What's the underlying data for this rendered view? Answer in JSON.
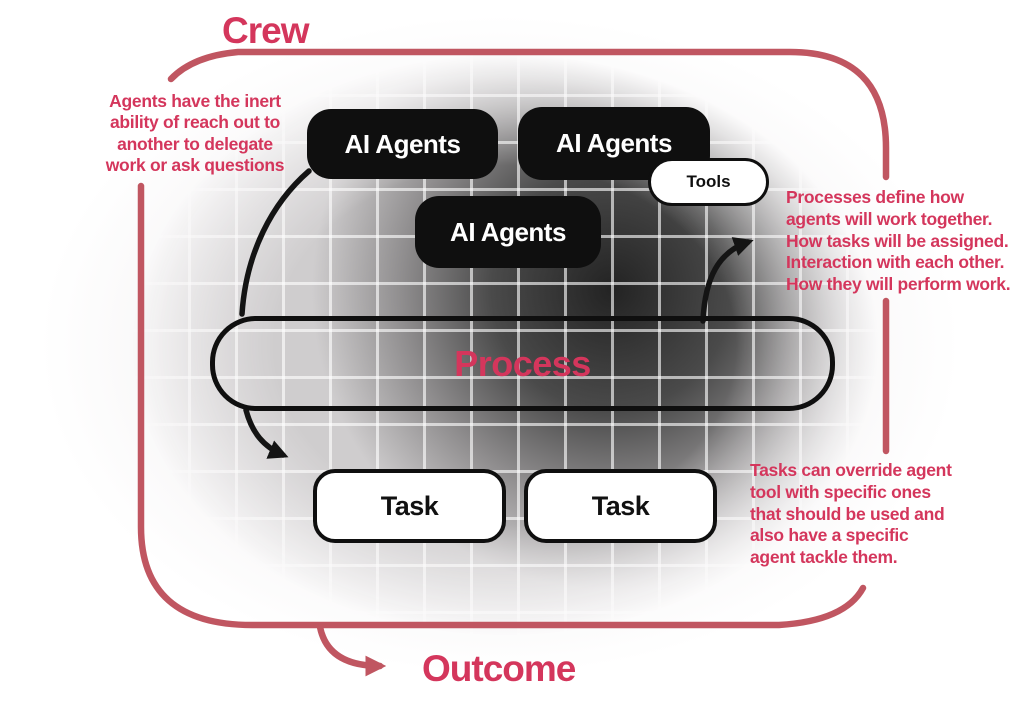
{
  "diagram": {
    "crew_label": "Crew",
    "outcome_label": "Outcome",
    "process_label": "Process",
    "tools_label": "Tools",
    "agents": [
      "AI Agents",
      "AI Agents",
      "AI Agents"
    ],
    "tasks": [
      "Task",
      "Task"
    ],
    "notes": {
      "left": {
        "lines": [
          "Agents have the inert",
          "ability of reach out to",
          "another to delegate",
          "work or ask questions"
        ]
      },
      "right_top": {
        "lines": [
          "Processes define how",
          "agents will work together.",
          "How tasks will be assigned.",
          "Interaction with each other.",
          "How they will perform work."
        ]
      },
      "right_bottom": {
        "lines": [
          "Tasks can override agent",
          "tool with specific ones",
          "that should be used and",
          "also have a specific",
          "agent tackle them."
        ]
      }
    },
    "colors": {
      "pink": "#d4365c",
      "border_red": "#c05661",
      "box_black": "#0f0f0f"
    }
  }
}
